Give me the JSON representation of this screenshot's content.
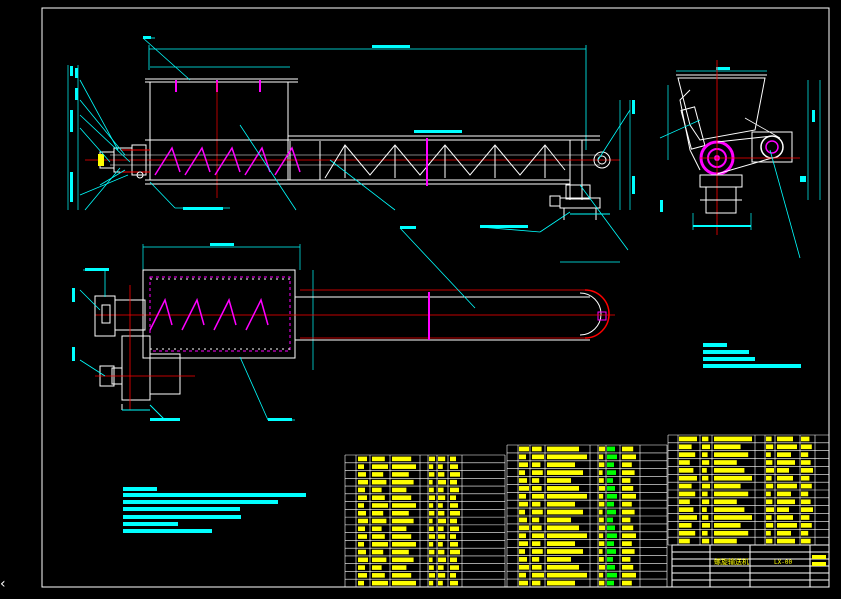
{
  "colors": {
    "background": "#000000",
    "frame": "#ffffff",
    "outline": "#ffffff",
    "leader": "#00ffff",
    "centerline": "#ff0000",
    "section": "#ff00ff",
    "dimension": "#00ffff",
    "table_grid": "#ffffff",
    "table_text": "#ffff00",
    "table_text_alt": "#00ff00"
  },
  "viewport": {
    "cursor_icon": "crosshair-corner-icon",
    "cursor_glyph": "‹"
  },
  "title_block": {
    "drawing_title": "螺旋输送机",
    "drawing_number": "LX-00"
  },
  "views": [
    {
      "id": "front-elevation",
      "label": ""
    },
    {
      "id": "plan-view",
      "label": ""
    },
    {
      "id": "side-elevation",
      "label": ""
    }
  ]
}
